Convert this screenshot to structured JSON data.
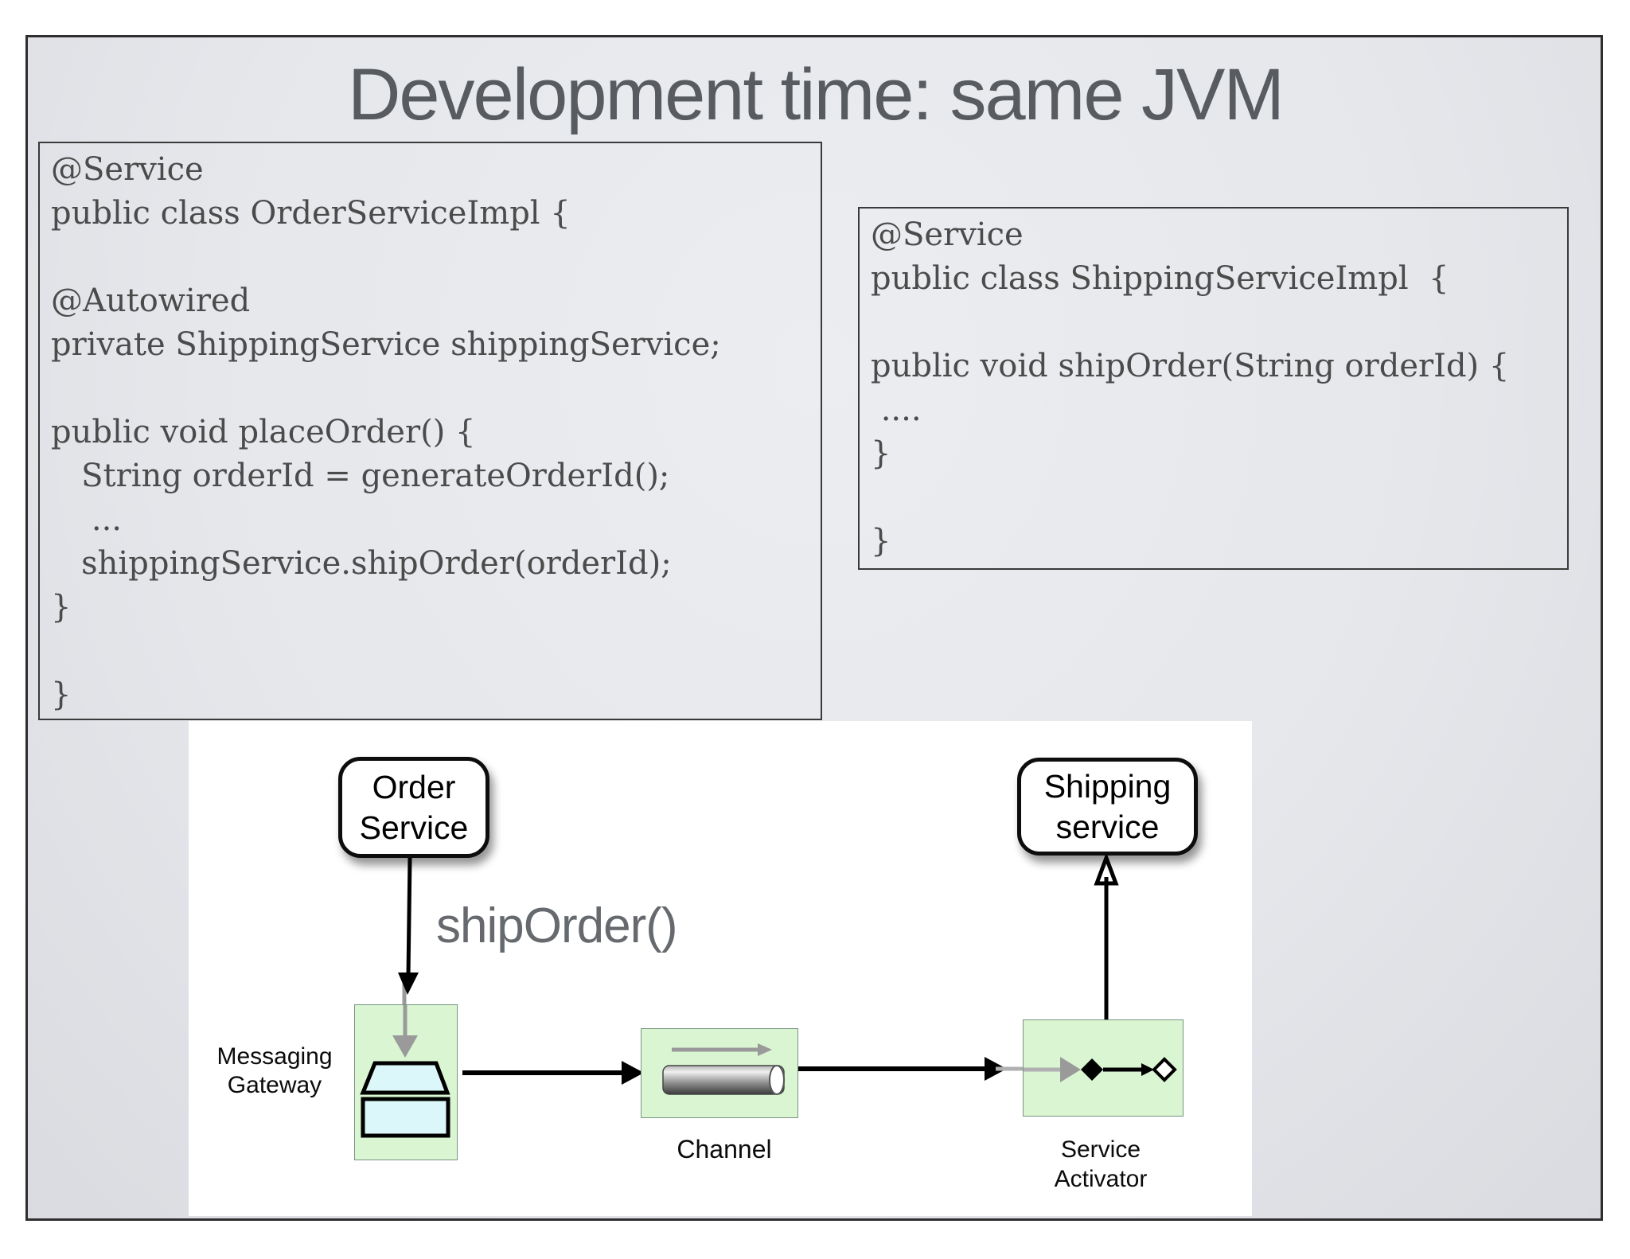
{
  "title": "Development time: same JVM",
  "code_boxes": {
    "order_service": {
      "lines": [
        "@Service",
        "public class OrderServiceImpl {",
        "",
        "@Autowired",
        "private ShippingService shippingService;",
        "",
        "public void placeOrder() {",
        "   String orderId = generateOrderId();",
        "    ...",
        "   shippingService.shipOrder(orderId);",
        "}",
        "",
        "}"
      ]
    },
    "shipping_service": {
      "lines": [
        "@Service",
        "public class ShippingServiceImpl  {",
        "",
        "public void shipOrder(String orderId) {",
        " ....",
        "}",
        "",
        "}"
      ]
    }
  },
  "diagram": {
    "order_service_node": {
      "line1": "Order",
      "line2": "Service"
    },
    "shipping_service_node": {
      "line1": "Shipping",
      "line2": "service"
    },
    "method_call_label": "shipOrder()",
    "gateway_label": {
      "line1": "Messaging",
      "line2": "Gateway"
    },
    "channel_label": "Channel",
    "activator_label": {
      "line1": "Service",
      "line2": "Activator"
    },
    "icons": {
      "gateway": "envelope-icon",
      "channel": "pipe-arrow-icon",
      "activator": "diamond-endpoint-icon"
    }
  },
  "colors": {
    "slide_background": "#e7e9ed",
    "slide_border": "#2e2e2e",
    "title_text": "#585c61",
    "code_text": "#4b4b4b",
    "panel_background": "#ffffff",
    "node_border": "#0d0d0d",
    "green_fill": "#d9f5d2",
    "green_border": "#7a937f",
    "cyan_fill": "#dcf7f9",
    "gray_arrow": "#9a9a9a",
    "black_arrow": "#000000"
  }
}
